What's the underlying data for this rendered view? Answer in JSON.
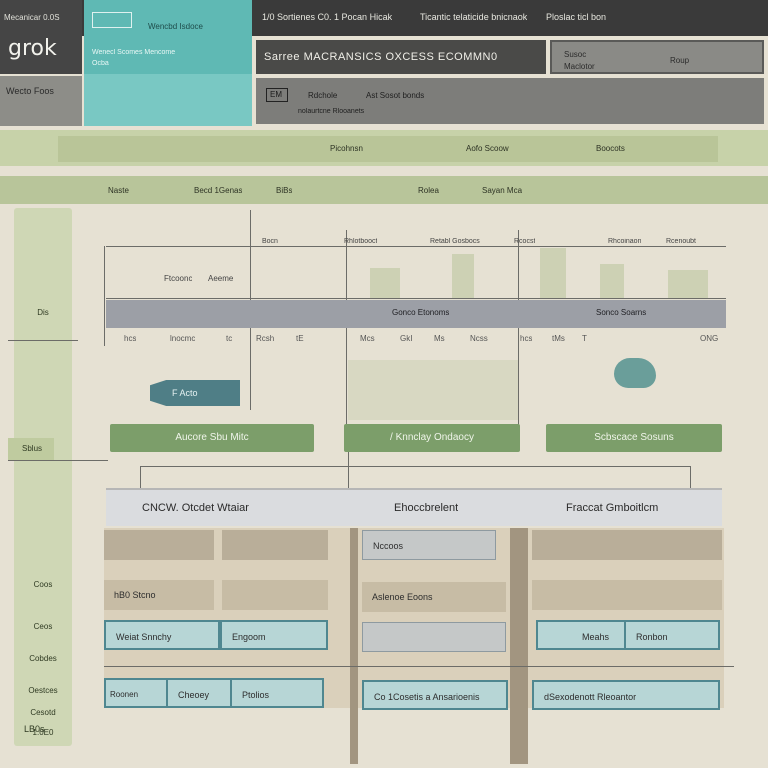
{
  "top_bar": {
    "brand_caption": "Mecanicar 0.0S",
    "items": [
      "1/0 Sortienes C0. 1 Pocan Hicak",
      "Ticantic telaticide bnicnaok",
      "Ploslac ticl bon"
    ]
  },
  "logo": {
    "text": "grok"
  },
  "teal_panel": {
    "title": "Wencbd Isdoce",
    "line1": "Wenecl Scomes Mencome",
    "line2": "Ocba"
  },
  "title_bar": {
    "text": "Sarree MACRANSICS OXCESS ECOMMN0"
  },
  "user_box": {
    "line1": "Susoc",
    "line2": "Maclotor",
    "line3": "Roup"
  },
  "toolbar": {
    "icon_label": "EM",
    "item1": "Rdchole",
    "item2": "Ast Sosot bonds",
    "line": "nolaurtcne Rlooanets"
  },
  "left_panel": {
    "label": "Wecto Foos"
  },
  "band1": {
    "items": [
      "Picohnsn",
      "Aofo Scoow",
      "Boocots"
    ]
  },
  "band2": {
    "items": [
      "Naste",
      "Becd 1Genas",
      "BiBs",
      "Rolea",
      "Sayan Mca"
    ]
  },
  "sidebar": {
    "items": [
      "Dis",
      "Coos",
      "Ceos",
      "Cobdes",
      "Oestces",
      "Cesotd",
      "1.0E0",
      "LB0s"
    ],
    "tab_label": "Sblus"
  },
  "header_row": {
    "left": "Gonco Etonoms",
    "right": "Sonco Soarns"
  },
  "ticks": [
    "hcs",
    "lnocmc",
    "tc",
    "Rcsh",
    "tE",
    "Mcs",
    "GkI",
    "Ms",
    "Ncss",
    "hcs",
    "tMs",
    "T",
    "ONG"
  ],
  "axis_labels": [
    "Bocn",
    "Rhlotbooct",
    "Retabl Gosbocs",
    "Rcocst",
    "Rhcoinaon",
    "Rcenoubt"
  ],
  "mid_labels": {
    "a": "Ftcoonc",
    "b": "Aeeme"
  },
  "arrow_pill": "F Acto",
  "buttons": [
    "Aucore Sbu Mitc",
    "/ Knnclay Ondaocy",
    "Scbscace Sosuns"
  ],
  "grid_head": {
    "col1": "CNCW. Otcdet Wtaiar",
    "col2": "Ehoccbrelent",
    "col3": "Fraccat Gmboitlcm"
  },
  "grid_rows": [
    {
      "a": "",
      "b": "",
      "c": "Nccoos",
      "d": ""
    },
    {
      "a": "hB0 Stcno",
      "b": "",
      "c": "Aslenoe Eoons",
      "d": ""
    },
    {
      "a": "Weiat Snnchy",
      "b": "Engoom",
      "c": "",
      "d": "Meahs",
      "e": "Ronbon"
    },
    {
      "a": "Roonen",
      "b": "Cheoey",
      "c": "Ptolios",
      "d": "Co 1Cosetis a Ansarioenis",
      "e": "dSexodenott Rleoantor"
    }
  ],
  "colors": {
    "teal": "#5fb9b4",
    "green_button": "#7c9e6a",
    "dark_bar": "#3a3a3a",
    "band": "#c7d2a9"
  }
}
